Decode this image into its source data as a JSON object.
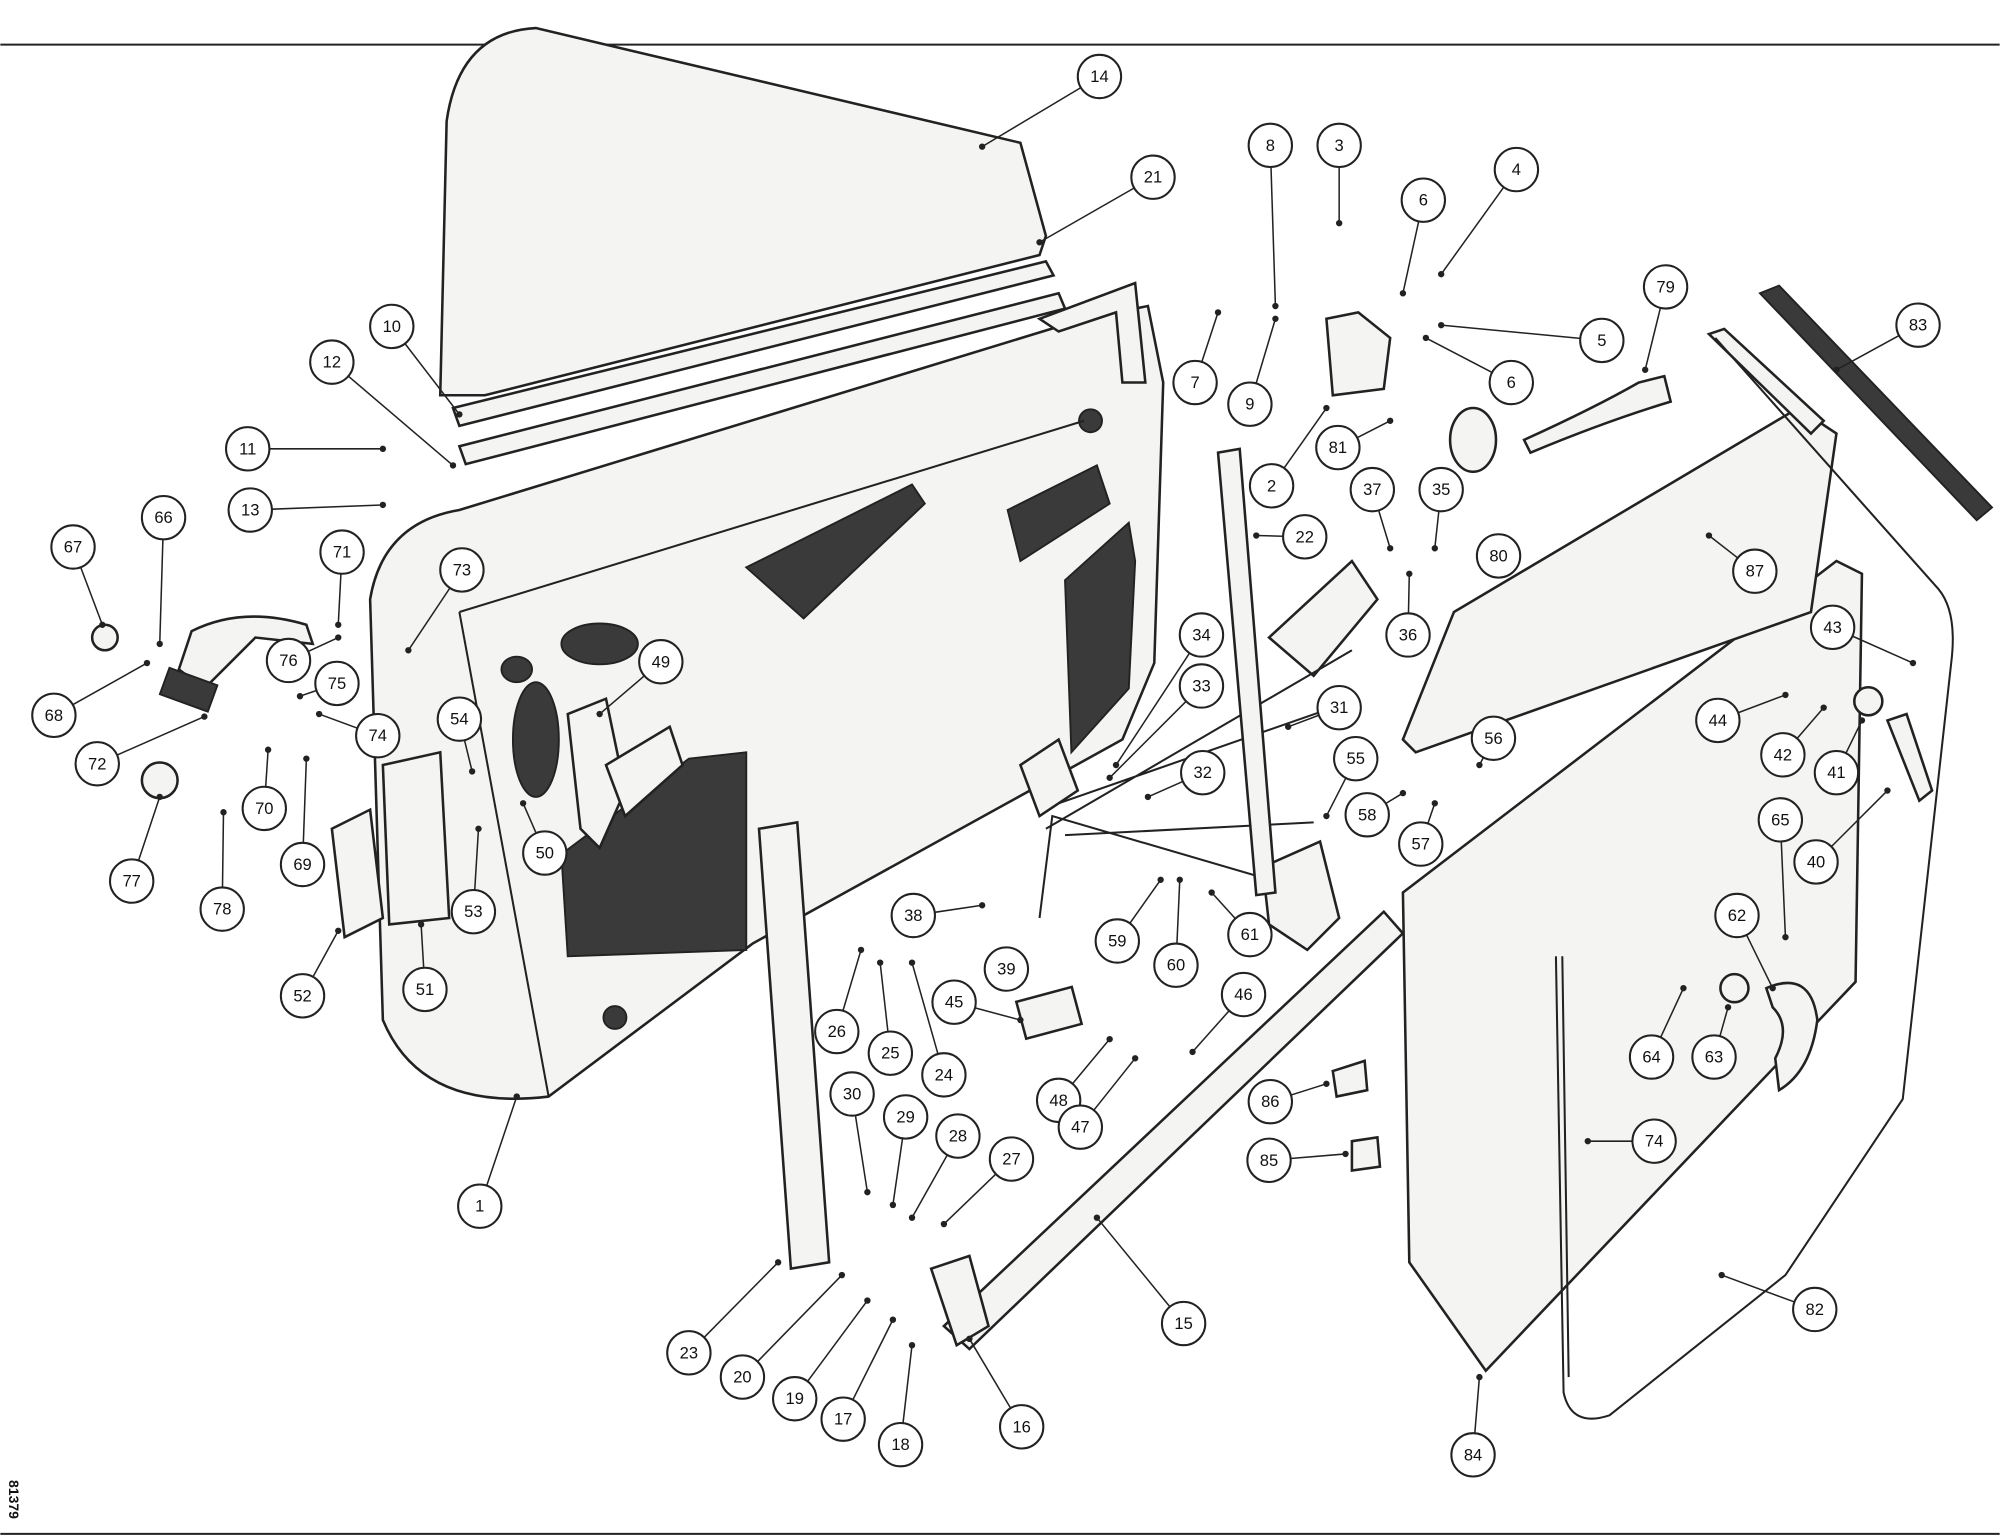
{
  "diagram": {
    "reference_number": "81379",
    "callouts": [
      "14",
      "21",
      "10",
      "12",
      "11",
      "13",
      "66",
      "67",
      "71",
      "73",
      "68",
      "76",
      "75",
      "72",
      "74",
      "70",
      "69",
      "77",
      "78",
      "54",
      "50",
      "53",
      "52",
      "51",
      "49",
      "1",
      "8",
      "3",
      "6",
      "4",
      "7",
      "9",
      "5",
      "6",
      "79",
      "83",
      "2",
      "81",
      "37",
      "35",
      "22",
      "80",
      "36",
      "87",
      "34",
      "33",
      "43",
      "31",
      "56",
      "55",
      "44",
      "42",
      "41",
      "32",
      "58",
      "57",
      "65",
      "40",
      "38",
      "39",
      "59",
      "60",
      "61",
      "62",
      "26",
      "25",
      "24",
      "45",
      "46",
      "48",
      "47",
      "86",
      "64",
      "63",
      "30",
      "29",
      "28",
      "27",
      "85",
      "74",
      "15",
      "82",
      "23",
      "20",
      "19",
      "17",
      "18",
      "16",
      "84"
    ]
  }
}
